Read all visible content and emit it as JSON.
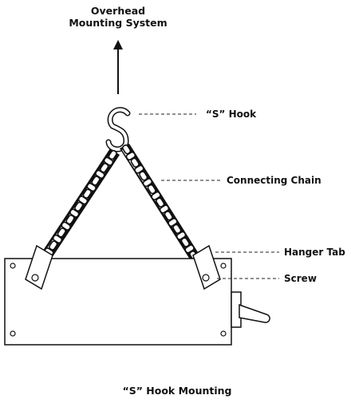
{
  "diagram": {
    "top_label_line1": "Overhead",
    "top_label_line2": "Mounting System",
    "labels": {
      "s_hook": "“S” Hook",
      "connecting_chain": "Connecting Chain",
      "hanger_tab": "Hanger Tab",
      "screw": "Screw"
    },
    "caption": "“S” Hook Mounting"
  }
}
